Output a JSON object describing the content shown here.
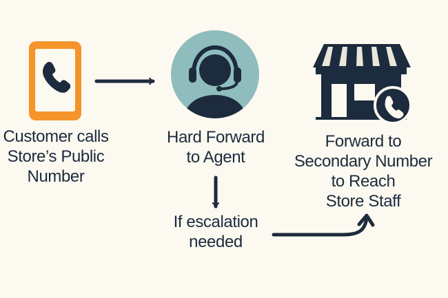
{
  "steps": [
    {
      "icon": "smartphone-call-icon",
      "lines": [
        "Customer calls",
        "Store’s Public",
        "Number"
      ]
    },
    {
      "icon": "headset-agent-icon",
      "lines": [
        "Hard Forward",
        "to Agent"
      ]
    },
    {
      "icon": "storefront-phone-icon",
      "lines": [
        "Forward to",
        "Secondary Number",
        "to Reach",
        "Store Staff"
      ]
    }
  ],
  "escalation": {
    "lines": [
      "If escalation",
      "needed"
    ]
  },
  "colors": {
    "navy": "#1c2b3d",
    "phone_orange": "#f4942a",
    "agent_circle": "#8fbcbd",
    "awning_stripe": "#e9e6dc",
    "background": "#fcf9f0"
  }
}
